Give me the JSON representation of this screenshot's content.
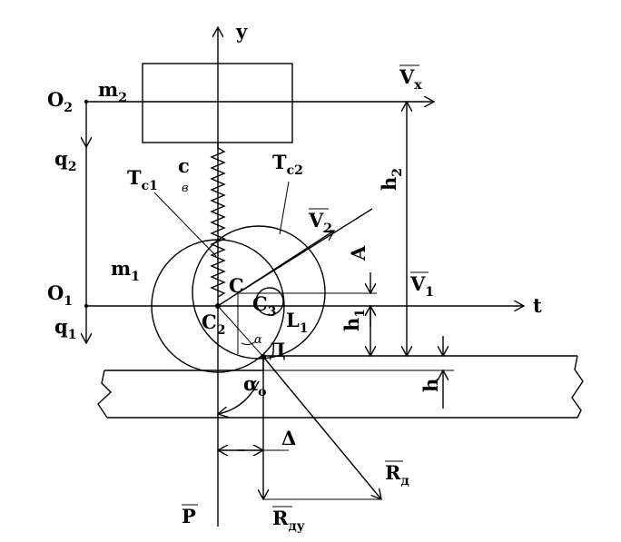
{
  "labels": {
    "y_axis": "y",
    "t_axis": "t",
    "O2": "O",
    "O2_sub": "2",
    "O1": "O",
    "O1_sub": "1",
    "m2": "m",
    "m2_sub": "2",
    "m1": "m",
    "m1_sub": "1",
    "q2": "q",
    "q2_sub": "2",
    "q1": "q",
    "q1_sub": "1",
    "c": "c",
    "v_damper": "в",
    "Tc1": "T",
    "Tc1_sub": "c1",
    "Tc2": "T",
    "Tc2_sub": "c2",
    "Vx": "V",
    "Vx_sub": "x",
    "V2": "V",
    "V2_sub": "2",
    "V1": "V",
    "V1_sub": "1",
    "h2": "h",
    "h2_sub": "2",
    "h1": "h",
    "h1_sub": "1",
    "h": "h",
    "A": "A",
    "C": "C",
    "C2": "C",
    "C2_sub": "2",
    "C3": "C",
    "C3_sub": "3",
    "L1": "L",
    "L1_sub": "1",
    "alpha": "α",
    "D": "Д",
    "alpha0": "α",
    "alpha0_sub": "o",
    "delta": "Δ",
    "Rd": "R",
    "Rd_sub": "д",
    "Rdy": "R",
    "Rdy_sub": "ду",
    "P": "P"
  }
}
